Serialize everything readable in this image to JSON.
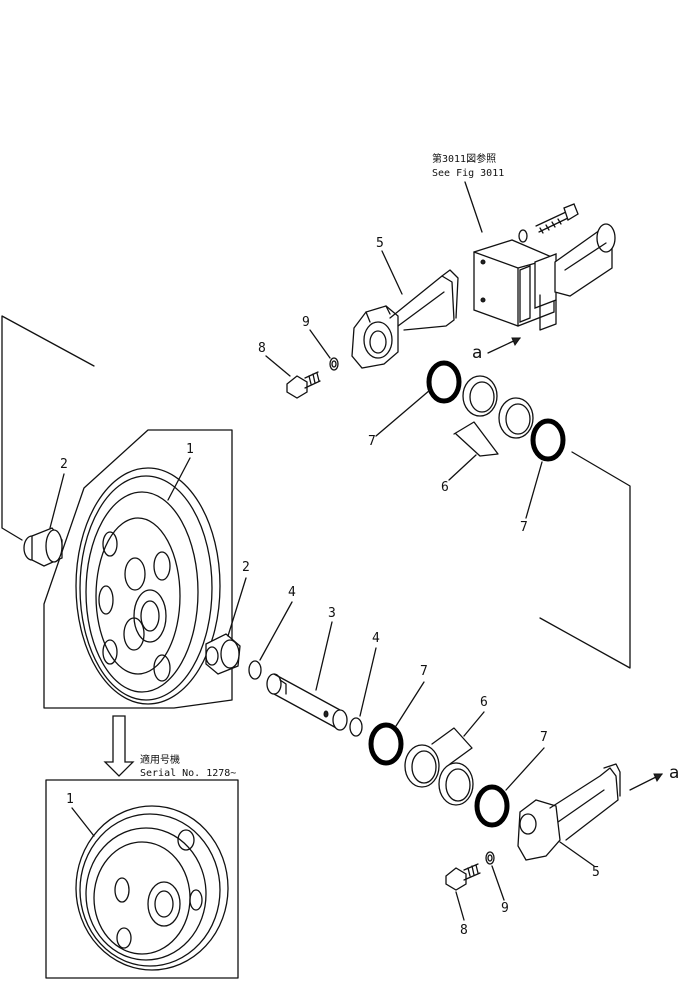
{
  "reference_note": {
    "jp_text": "第3011図参照",
    "en_text": "See Fig 3011"
  },
  "variant_note": {
    "jp_text": "適用号機",
    "serial_text": "Serial No. 1278~"
  },
  "connection_letter": "a",
  "callouts": {
    "idler_1": "1",
    "idler_1_lower": "1",
    "bushing_2_left": "2",
    "bushing_2_right": "2",
    "shaft_3": "3",
    "oring_4_a": "4",
    "oring_4_b": "4",
    "seal_6_upper": "6",
    "seal_6_lower": "6",
    "oring_7_upper_a": "7",
    "oring_7_upper_b": "7",
    "oring_7_lower_a": "7",
    "oring_7_lower_b": "7",
    "support_5_upper": "5",
    "support_5_lower": "5",
    "bolt_8_upper": "8",
    "bolt_8_lower": "8",
    "washer_9_upper": "9",
    "washer_9_lower": "9"
  }
}
